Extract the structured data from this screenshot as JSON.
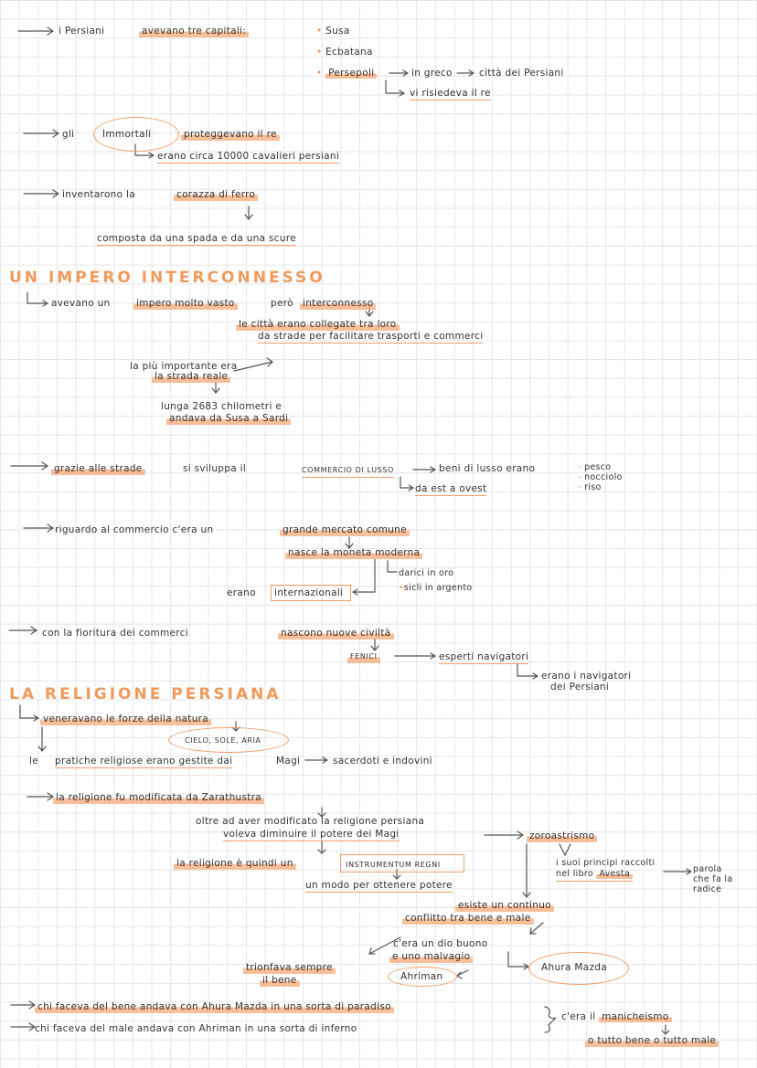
{
  "capitals": {
    "intro": "i Persiani",
    "hl": "avevano tre capitali:",
    "items": [
      "Susa",
      "Ecbatana",
      "Persepoli"
    ],
    "persepoli_note": "in greco",
    "persepoli_meaning": "città dei Persiani",
    "persepoli_note2": "vi risiedeva il re"
  },
  "immortals": {
    "lead": "gli",
    "circled": "Immortali",
    "hl": "proteggevano il re",
    "sub": "erano circa 10000 cavalieri persiani"
  },
  "armor": {
    "lead": "inventarono la",
    "hl": "corazza di ferro",
    "sub": "composta da una spada e da una scure"
  },
  "section1": {
    "title": "UN IMPERO INTERCONNESSO",
    "line1a": "avevano un",
    "line1b": "impero molto vasto",
    "line1c": "però",
    "line1d": "interconnesso",
    "line2": "le città erano collegate tra loro",
    "line3": "da strade per facilitare trasporti e commerci",
    "road1": "la più importante era",
    "road2": "la strada reale",
    "length1": "lunga 2683 chilometri e",
    "length2": "andava da Susa a Sardi"
  },
  "trade": {
    "hl": "grazie alle strade",
    "mid": "si sviluppa il",
    "commerce": "COMMERCIO DI LUSSO",
    "goods": "beni di lusso erano",
    "list": [
      "pesco",
      "nocciolo",
      "riso"
    ],
    "direction": "da est a ovest"
  },
  "market": {
    "lead": "riguardo al commercio c'era un",
    "hl": "grande mercato comune",
    "coin": "nasce la moneta moderna",
    "coin_items": [
      "darici in oro",
      "sicli in argento"
    ],
    "intl_lead": "erano",
    "intl": "internazionali"
  },
  "civil": {
    "lead": "con la fioritura dei commerci",
    "hl": "nascono nuove civiltà",
    "fenici": "FENICI",
    "sailors": "esperti navigatori",
    "sailors2": "erano i navigatori",
    "sailors3": "dei Persiani"
  },
  "section2": {
    "title": "LA RELIGIONE PERSIANA",
    "line1": "veneravano le forze della natura",
    "forces": "CIELO, SOLE, ARIA",
    "magi_lead": "le",
    "magi_hl": "pratiche religiose erano gestite dai",
    "magi": "Magi",
    "magi_def": "sacerdoti e indovini",
    "zara": "la religione fu modificata da Zarathustra",
    "zara2": "oltre ad aver modificato la religione persiana",
    "zara3": "voleva diminuire il potere dei Magi",
    "zoro": "zoroastrismo",
    "princ1": "i suoi principi raccolti",
    "princ2": "nel libro",
    "avesta": "Avesta",
    "parola1": "parola",
    "parola2": "che fa la",
    "parola3": "radice",
    "instr_lead": "la religione è quindi un",
    "instr": "INSTRUMENTUM REGNI",
    "instr2": "un modo per ottenere potere",
    "conflict1": "esiste un continuo",
    "conflict2": "conflitto tra bene e male",
    "gods1": "c'era un dio buono",
    "gods2": "e uno malvagio",
    "ahura": "Ahura Mazda",
    "ahriman": "Ahriman",
    "win1": "trionfava sempre",
    "win2": "il bene",
    "good": "chi faceva del bene andava con Ahura Mazda in una sorta di paradiso",
    "bad": "chi faceva del male andava con Ahriman in una sorta di inferno",
    "mani1": "c'era il",
    "mani2": "manicheismo",
    "mani3": "o tutto bene o tutto male"
  }
}
